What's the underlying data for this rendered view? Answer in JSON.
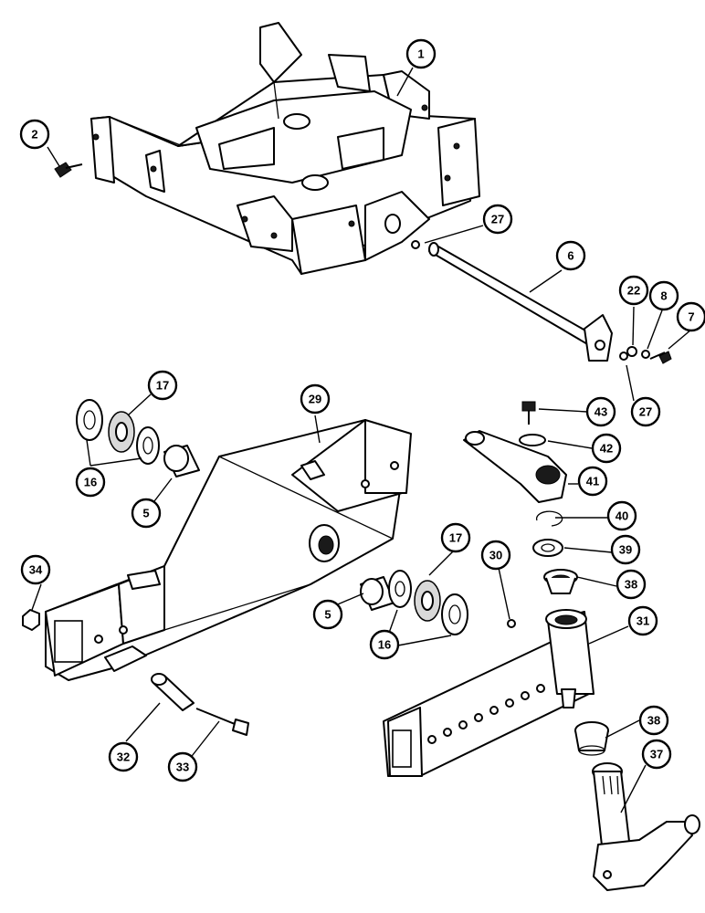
{
  "callouts": [
    {
      "id": "c1",
      "label": "1"
    },
    {
      "id": "c2",
      "label": "2"
    },
    {
      "id": "c27a",
      "label": "27"
    },
    {
      "id": "c6",
      "label": "6"
    },
    {
      "id": "c22",
      "label": "22"
    },
    {
      "id": "c8",
      "label": "8"
    },
    {
      "id": "c7",
      "label": "7"
    },
    {
      "id": "c27b",
      "label": "27"
    },
    {
      "id": "c17a",
      "label": "17"
    },
    {
      "id": "c16a",
      "label": "16"
    },
    {
      "id": "c5a",
      "label": "5"
    },
    {
      "id": "c29",
      "label": "29"
    },
    {
      "id": "c43",
      "label": "43"
    },
    {
      "id": "c42",
      "label": "42"
    },
    {
      "id": "c41",
      "label": "41"
    },
    {
      "id": "c40",
      "label": "40"
    },
    {
      "id": "c39",
      "label": "39"
    },
    {
      "id": "c38a",
      "label": "38"
    },
    {
      "id": "c34",
      "label": "34"
    },
    {
      "id": "c5b",
      "label": "5"
    },
    {
      "id": "c17b",
      "label": "17"
    },
    {
      "id": "c16b",
      "label": "16"
    },
    {
      "id": "c30",
      "label": "30"
    },
    {
      "id": "c31",
      "label": "31"
    },
    {
      "id": "c32",
      "label": "32"
    },
    {
      "id": "c33",
      "label": "33"
    },
    {
      "id": "c38b",
      "label": "38"
    },
    {
      "id": "c37",
      "label": "37"
    }
  ]
}
